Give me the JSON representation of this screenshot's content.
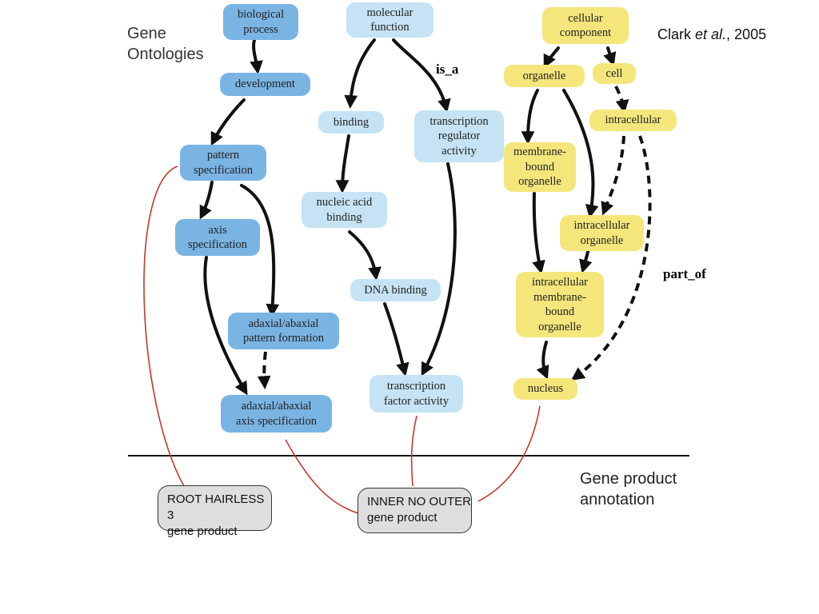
{
  "header": {
    "title_line1": "Gene",
    "title_line2": "Ontologies",
    "citation_author": "Clark ",
    "citation_etal": "et al.",
    "citation_year": ", 2005"
  },
  "relation_labels": {
    "is_a": "is_a",
    "part_of": "part_of"
  },
  "biological_process": {
    "root": [
      "biological",
      "process"
    ],
    "development": [
      "development"
    ],
    "pattern_specification": [
      "pattern",
      "specification"
    ],
    "axis_specification": [
      "axis",
      "specification"
    ],
    "adaxial_abaxial_pattern_formation": [
      "adaxial/abaxial",
      "pattern formation"
    ],
    "adaxial_abaxial_axis_specification": [
      "adaxial/abaxial",
      "axis specification"
    ]
  },
  "molecular_function": {
    "root": [
      "molecular",
      "function"
    ],
    "binding": [
      "binding"
    ],
    "transcription_regulator_activity": [
      "transcription",
      "regulator",
      "activity"
    ],
    "nucleic_acid_binding": [
      "nucleic acid",
      "binding"
    ],
    "dna_binding": [
      "DNA binding"
    ],
    "transcription_factor_activity": [
      "transcription",
      "factor activity"
    ]
  },
  "cellular_component": {
    "root": [
      "cellular",
      "component"
    ],
    "organelle": [
      "organelle"
    ],
    "cell": [
      "cell"
    ],
    "intracellular": [
      "intracellular"
    ],
    "membrane_bound_organelle": [
      "membrane-",
      "bound",
      "organelle"
    ],
    "intracellular_organelle": [
      "intracellular",
      "organelle"
    ],
    "intracellular_membrane_bound_organelle": [
      "intracellular",
      "membrane-",
      "bound",
      "organelle"
    ],
    "nucleus": [
      "nucleus"
    ]
  },
  "annotation": {
    "label_line1": "Gene product",
    "label_line2": "annotation",
    "products": [
      {
        "name": "ROOT HAIRLESS 3",
        "type": "gene product"
      },
      {
        "name": "INNER NO OUTER",
        "type": "gene product"
      }
    ]
  },
  "colors": {
    "biological_process": "#7ab4e3",
    "molecular_function": "#c5e3f4",
    "cellular_component": "#f5e67c",
    "annotation_link": "#c0392b",
    "gene_product_fill": "#dedede"
  }
}
